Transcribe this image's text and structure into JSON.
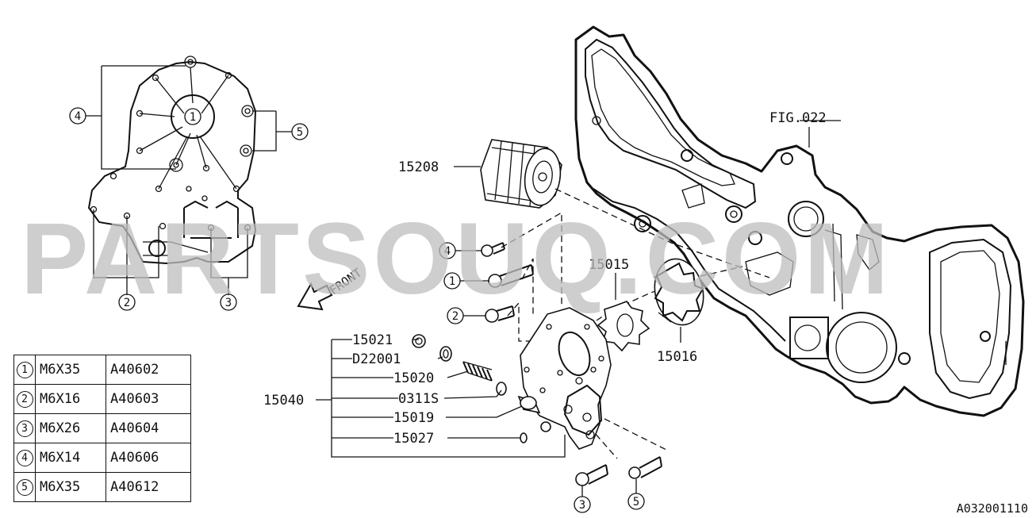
{
  "watermark": "PARTSOUQ.COM",
  "figure_ref": "FIG.022",
  "diagram_code": "A032001110",
  "front_label": "FRONT",
  "callouts": {
    "c1": "1",
    "c2": "2",
    "c3": "3",
    "c4": "4",
    "c5": "5"
  },
  "parts": {
    "oil_filter": "15208",
    "oil_pump_rotor_inner": "15015",
    "oil_pump_rotor_outer": "15016",
    "oil_pump_assy": "15040",
    "plug": "15021",
    "gasket": "D22001",
    "spring": "15020",
    "o_ring": "0311S",
    "relief_valve": "15019",
    "pin": "15027"
  },
  "bolt_table": [
    {
      "ref": "1",
      "size": "M6X35",
      "code": "A40602"
    },
    {
      "ref": "2",
      "size": "M6X16",
      "code": "A40603"
    },
    {
      "ref": "3",
      "size": "M6X26",
      "code": "A40604"
    },
    {
      "ref": "4",
      "size": "M6X14",
      "code": "A40606"
    },
    {
      "ref": "5",
      "size": "M6X35",
      "code": "A40612"
    }
  ]
}
